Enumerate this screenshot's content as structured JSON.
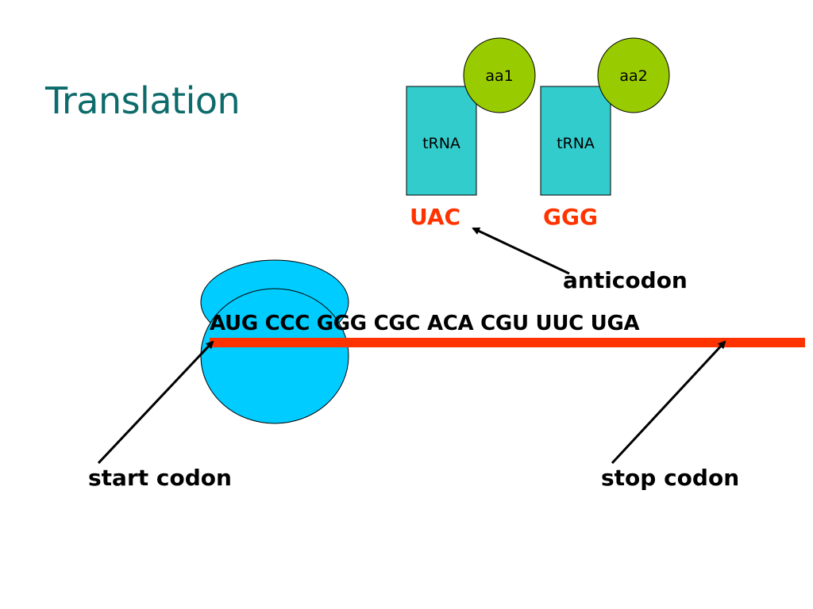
{
  "title": "Translation",
  "colors": {
    "title": "#0d6b6b",
    "trna_fill": "#33cccc",
    "amino_acid_fill": "#99cc00",
    "ribosome_fill": "#00ccff",
    "mrna_strand": "#ff3300",
    "anticodon_text": "#ff3300"
  },
  "trnas": [
    {
      "label": "tRNA",
      "amino_acid": "aa1",
      "anticodon": "UAC"
    },
    {
      "label": "tRNA",
      "amino_acid": "aa2",
      "anticodon": "GGG"
    }
  ],
  "mrna": {
    "sequence": "AUG CCC GGG CGC ACA CGU UUC UGA"
  },
  "labels": {
    "anticodon": "anticodon",
    "start_codon": "start codon",
    "stop_codon": "stop codon"
  }
}
